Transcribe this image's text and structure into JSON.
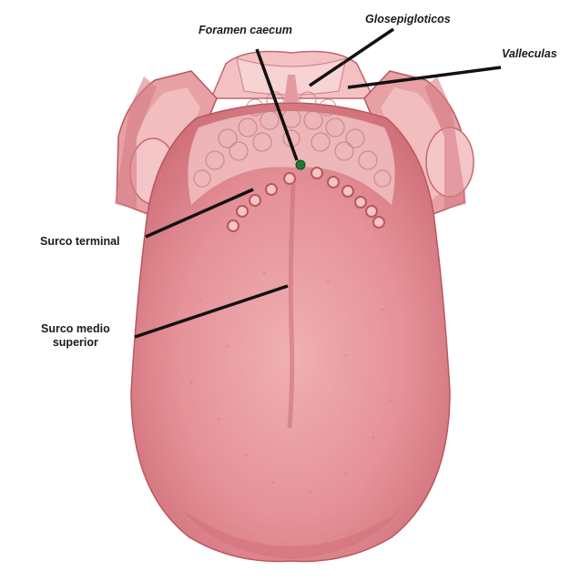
{
  "labels": {
    "foramen_caecum": "Foramen caecum",
    "glosepigloticos": "Glosepigloticos",
    "valleculas": "Valleculas",
    "surco_terminal": "Surco terminal",
    "surco_medio_line1": "Surco medio",
    "surco_medio_line2": "superior"
  },
  "colors": {
    "tongue_base": "#e3878d",
    "tongue_light": "#f2b5b6",
    "tongue_dark": "#b8565e",
    "papilla_ring": "#c25e66",
    "foramen_dot": "#1f7a2e",
    "leader_line": "#111111"
  }
}
